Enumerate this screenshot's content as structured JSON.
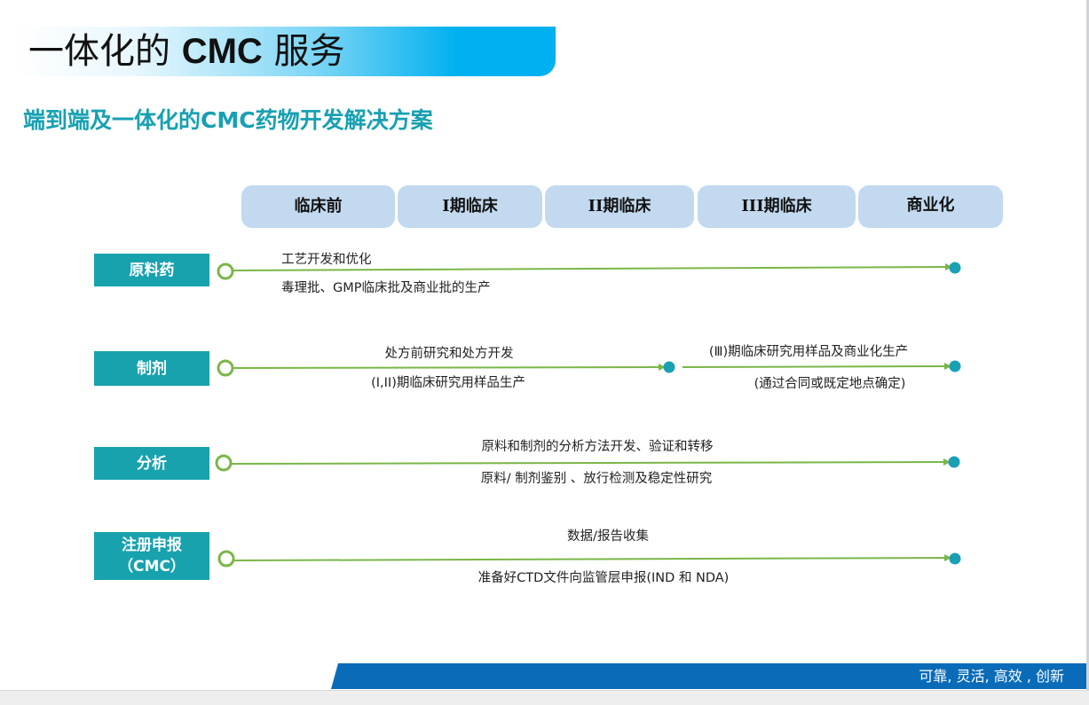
{
  "header": {
    "title_prefix": "一体化的",
    "title_latin": "CMC",
    "title_suffix": "服务",
    "subtitle": "端到端及一体化的CMC药物开发解决方案"
  },
  "phases": [
    "临床前",
    "I期临床",
    "II期临床",
    "III期临床",
    "商业化"
  ],
  "rows": [
    {
      "label": [
        "原料药"
      ],
      "annotations": [
        "工艺开发和优化",
        "毒理批、GMP临床批及商业批的生产"
      ]
    },
    {
      "label": [
        "制剂"
      ],
      "annotations": [
        "处方前研究和处方开发",
        "(I,II)期临床研究用样品生产",
        "(Ⅲ)期临床研究用样品及商业化生产",
        "(通过合同或既定地点确定)"
      ]
    },
    {
      "label": [
        "分析"
      ],
      "annotations": [
        "原料和制剂的分析方法开发、验证和转移",
        "原料/ 制剂鉴别 、放行检测及稳定性研究"
      ]
    },
    {
      "label": [
        "注册申报",
        "（CMC）"
      ],
      "annotations": [
        "数据/报告收集",
        "准备好CTD文件向监管层申报(IND 和 NDA)"
      ]
    }
  ],
  "footer": {
    "slogan": "可靠,   灵活,   高效 , 创新"
  },
  "colors": {
    "brand_blue": "#00b0f0",
    "subtitle_teal": "#17a0b2",
    "label_teal": "#17a2ae",
    "phase_tab": "#c2d9ef",
    "arrow_green": "#7ab648",
    "endpoint_dot": "#1aa0b5",
    "footer_blue": "#0a6cb8"
  }
}
